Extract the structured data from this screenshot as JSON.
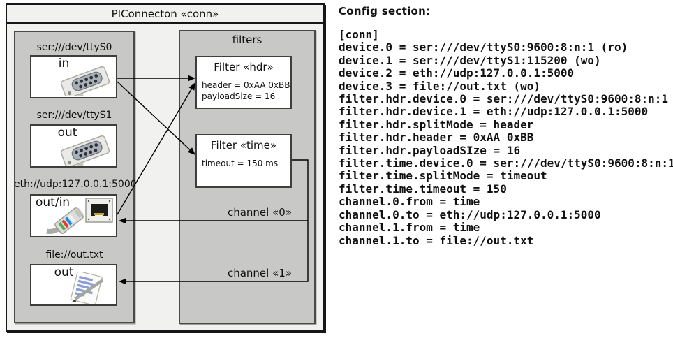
{
  "diagram": {
    "title": "PIConnecton «conn»",
    "devices_panel": {
      "devices": [
        {
          "label": "ser:///dev/ttyS0",
          "port": "in",
          "icon": "serial-connector-icon"
        },
        {
          "label": "ser:///dev/ttyS1",
          "port": "out",
          "icon": "serial-connector-icon"
        },
        {
          "label": "eth://udp:127.0.0.1:5000",
          "port": "out/in",
          "icon": "ethernet-port-icon"
        },
        {
          "label": "file://out.txt",
          "port": "out",
          "icon": "text-file-icon"
        }
      ]
    },
    "filters_panel": {
      "title": "filters",
      "filters": [
        {
          "title": "Filter «hdr»",
          "properties": [
            "header = 0xAA 0xBB",
            "payloadSize = 16"
          ]
        },
        {
          "title": "Filter «time»",
          "properties": [
            "timeout = 150 ms"
          ]
        }
      ]
    },
    "connections": [
      {
        "from": "ser:///dev/ttyS0",
        "to": "Filter «hdr»"
      },
      {
        "from": "ser:///dev/ttyS0",
        "to": "Filter «time»"
      },
      {
        "from": "eth://udp:127.0.0.1:5000",
        "to": "Filter «hdr»"
      },
      {
        "from": "Filter «time»",
        "to": "eth://udp:127.0.0.1:5000",
        "label": "channel «0»"
      },
      {
        "from": "Filter «time»",
        "to": "file://out.txt",
        "label": "channel «1»"
      }
    ],
    "colors": {
      "panel_gray": "#c8c8c6",
      "canvas_gray": "#f1f1ef",
      "line_black": "#000000"
    }
  },
  "config": {
    "heading": "Config section:",
    "lines": [
      "[conn]",
      "device.0 = ser:///dev/ttyS0:9600:8:n:1 (ro)",
      "device.1 = ser:///dev/ttyS1:115200 (wo)",
      "device.2 = eth://udp:127.0.0.1:5000",
      "device.3 = file://out.txt (wo)",
      "filter.hdr.device.0 = ser:///dev/ttyS0:9600:8:n:1",
      "filter.hdr.device.1 = eth://udp:127.0.0.1:5000",
      "filter.hdr.splitMode = header",
      "filter.hdr.header = 0xAA 0xBB",
      "filter.hdr.payloadSIze = 16",
      "filter.time.device.0 = ser:///dev/ttyS0:9600:8:n:1",
      "filter.time.splitMode = timeout",
      "filter.time.timeout = 150",
      "channel.0.from = time",
      "channel.0.to = eth://udp:127.0.0.1:5000",
      "channel.1.from = time",
      "channel.1.to = file://out.txt"
    ]
  }
}
